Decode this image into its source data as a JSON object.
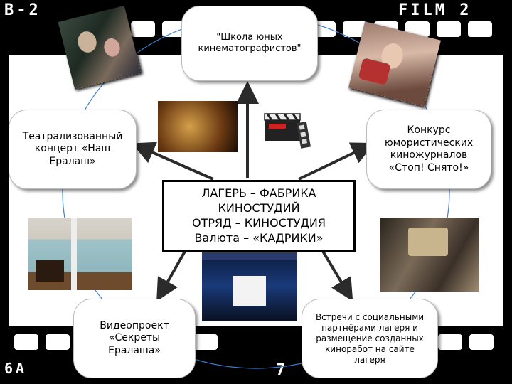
{
  "film_labels": {
    "top_left": "B-2",
    "top_right": "FILM 2",
    "bottom_left": "6A",
    "bottom_mid": "7"
  },
  "center": {
    "line1": "ЛАГЕРЬ – ФАБРИКА",
    "line2": "КИНОСТУДИЙ",
    "line3": "ОТРЯД – КИНОСТУДИЯ",
    "line4": "Валюта – «КАДРИКИ»"
  },
  "nodes": {
    "top": "\"Школа юных кинематографистов\"",
    "left": "Театрализованный концерт «Наш Ералаш»",
    "right": "Конкурс юмористических киножурналов «Стоп! Снято!»",
    "bottom_left": "Видеопроект «Секреты Ералаша»",
    "bottom_right": "Встречи с социальными партнёрами лагеря и размещение созданных киноработ на сайте лагеря"
  },
  "colors": {
    "arrow": "#2b2b2b",
    "circle": "#3d7fd1",
    "film": "#000000"
  },
  "icons": {
    "clapper": "clapperboard-icon"
  }
}
